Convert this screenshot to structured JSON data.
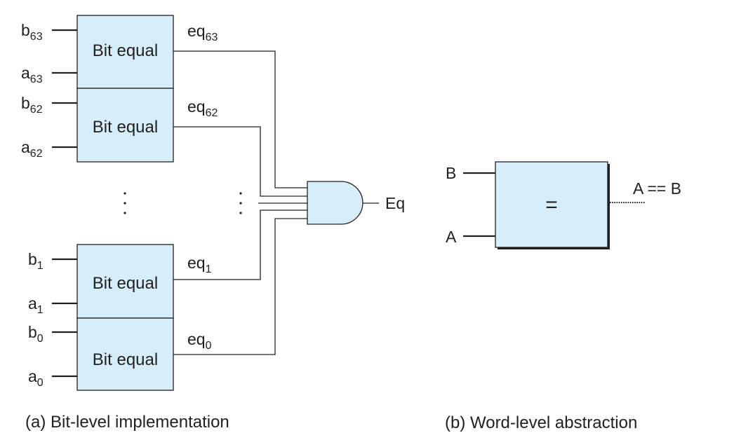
{
  "part_a": {
    "blocks": [
      {
        "label": "Bit equal",
        "in_b": {
          "base": "b",
          "sub": "63"
        },
        "in_a": {
          "base": "a",
          "sub": "63"
        },
        "out": {
          "base": "eq",
          "sub": "63"
        }
      },
      {
        "label": "Bit equal",
        "in_b": {
          "base": "b",
          "sub": "62"
        },
        "in_a": {
          "base": "a",
          "sub": "62"
        },
        "out": {
          "base": "eq",
          "sub": "62"
        }
      },
      {
        "label": "Bit equal",
        "in_b": {
          "base": "b",
          "sub": "1"
        },
        "in_a": {
          "base": "a",
          "sub": "1"
        },
        "out": {
          "base": "eq",
          "sub": "1"
        }
      },
      {
        "label": "Bit equal",
        "in_b": {
          "base": "b",
          "sub": "0"
        },
        "in_a": {
          "base": "a",
          "sub": "0"
        },
        "out": {
          "base": "eq",
          "sub": "0"
        }
      }
    ],
    "gate_output": "Eq",
    "caption": "(a) Bit-level implementation"
  },
  "part_b": {
    "input_b": "B",
    "input_a": "A",
    "symbol": "=",
    "output": "A == B",
    "caption": "(b) Word-level abstraction"
  },
  "colors": {
    "block_fill": "#d5eefa",
    "stroke": "#231f20"
  }
}
